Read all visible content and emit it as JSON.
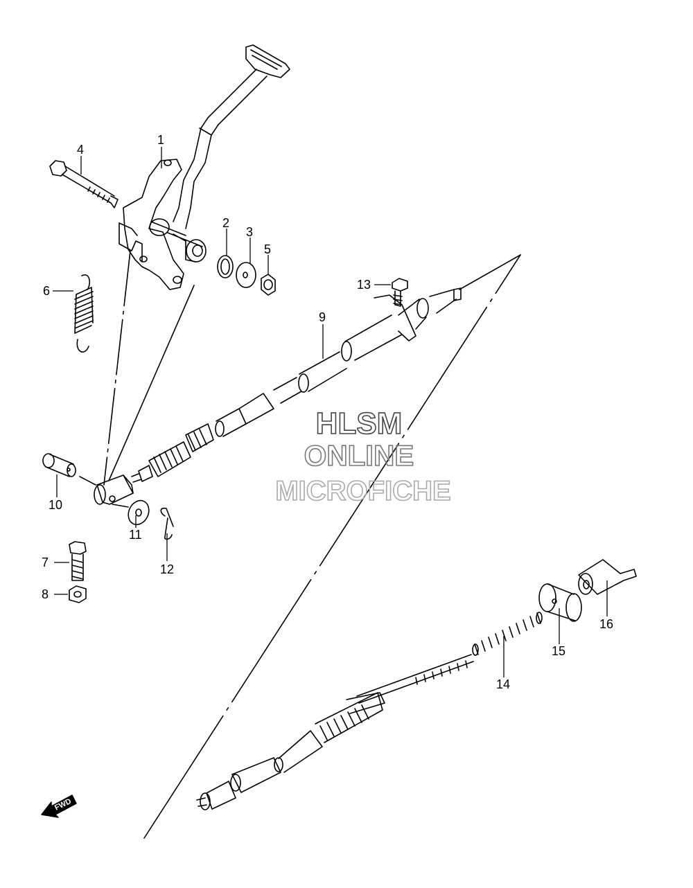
{
  "callouts": [
    {
      "id": "1",
      "label": "1"
    },
    {
      "id": "2",
      "label": "2"
    },
    {
      "id": "3",
      "label": "3"
    },
    {
      "id": "4",
      "label": "4"
    },
    {
      "id": "5",
      "label": "5"
    },
    {
      "id": "6",
      "label": "6"
    },
    {
      "id": "7",
      "label": "7"
    },
    {
      "id": "8",
      "label": "8"
    },
    {
      "id": "9",
      "label": "9"
    },
    {
      "id": "10",
      "label": "10"
    },
    {
      "id": "11",
      "label": "11"
    },
    {
      "id": "12",
      "label": "12"
    },
    {
      "id": "13",
      "label": "13"
    },
    {
      "id": "14",
      "label": "14"
    },
    {
      "id": "15",
      "label": "15"
    },
    {
      "id": "16",
      "label": "16"
    }
  ],
  "watermark": {
    "line1": "HLSM",
    "line2": "ONLINE",
    "line3": "MICROFICHE"
  },
  "direction_marker": {
    "label": "FWD",
    "icon": "forward-arrow-icon"
  }
}
